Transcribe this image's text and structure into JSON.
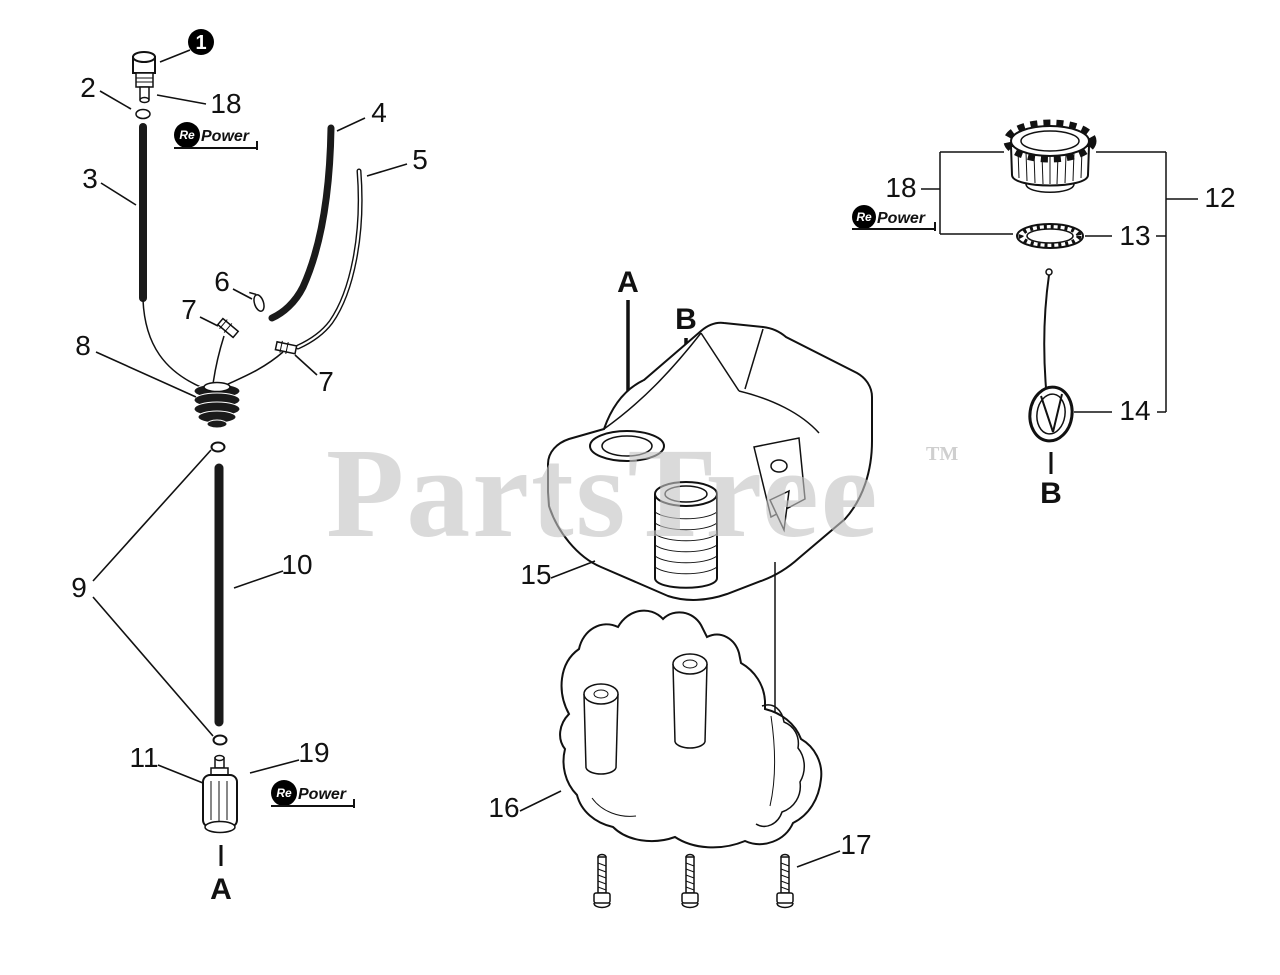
{
  "page": {
    "background": "#ffffff"
  },
  "colors": {
    "line": "#1a1a1a",
    "watermark": "#c3c3c3",
    "badge_bg": "#000000"
  },
  "watermark": {
    "text": "PartsTree",
    "tm": "TM"
  },
  "badge": {
    "re": "Re",
    "power": "Power"
  },
  "callouts": {
    "c1": "1",
    "c2": "2",
    "c3": "3",
    "c4": "4",
    "c5": "5",
    "c6": "6",
    "c7": "7",
    "c8": "8",
    "c9": "9",
    "c10": "10",
    "c11": "11",
    "c12": "12",
    "c13": "13",
    "c14": "14",
    "c15": "15",
    "c16": "16",
    "c17": "17",
    "c18": "18",
    "c19": "19"
  },
  "refs": {
    "a": "A",
    "b": "B"
  }
}
